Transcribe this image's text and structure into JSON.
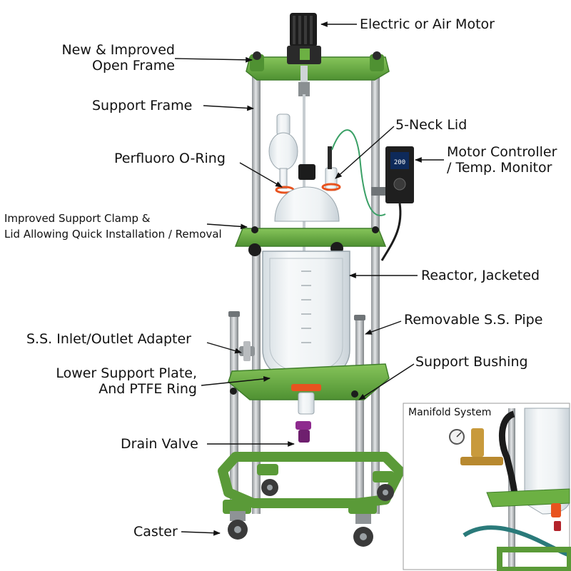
{
  "labels": {
    "motor": "Electric or Air Motor",
    "open_frame_1": "New & Improved",
    "open_frame_2": "Open Frame",
    "support_frame": "Support Frame",
    "neck_lid": "5-Neck Lid",
    "oring": "Perfluoro O-Ring",
    "controller_1": "Motor Controller",
    "controller_2": "/ Temp. Monitor",
    "clamp_1": "Improved Support Clamp &",
    "clamp_2": "Lid Allowing Quick Installation / Removal",
    "reactor": "Reactor, Jacketed",
    "pipe": "Removable S.S. Pipe",
    "adapter": "S.S. Inlet/Outlet Adapter",
    "bushing": "Support Bushing",
    "plate_1": "Lower Support Plate,",
    "plate_2": "And PTFE Ring",
    "drain": "Drain Valve",
    "caster": "Caster"
  },
  "inset": {
    "title": "Manifold System"
  },
  "controller_display": "200",
  "colors": {
    "frame_green": "#6cb043",
    "frame_dark_green": "#3f7d2a",
    "steel": "#b9bcbf",
    "glass": "#e8eef2",
    "ptfe_orange": "#e8531f",
    "drain_purple": "#8e2a8e"
  }
}
